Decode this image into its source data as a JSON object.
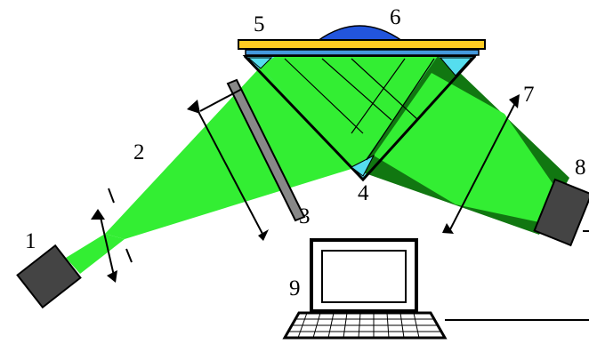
{
  "labels": {
    "light_source": "1",
    "expanding_lens": "2",
    "polarizer": "3",
    "prism": "4",
    "metal_film_slide": "5",
    "sample_droplet": "6",
    "focusing_lens": "7",
    "camera": "8",
    "computer": "9"
  },
  "colors": {
    "beam_light": "#33ee33",
    "beam_dark": "#117711",
    "prism_edge": "#33ddee",
    "gold_film": "#ffcc22",
    "sample": "#2255dd",
    "device": "#444444"
  }
}
